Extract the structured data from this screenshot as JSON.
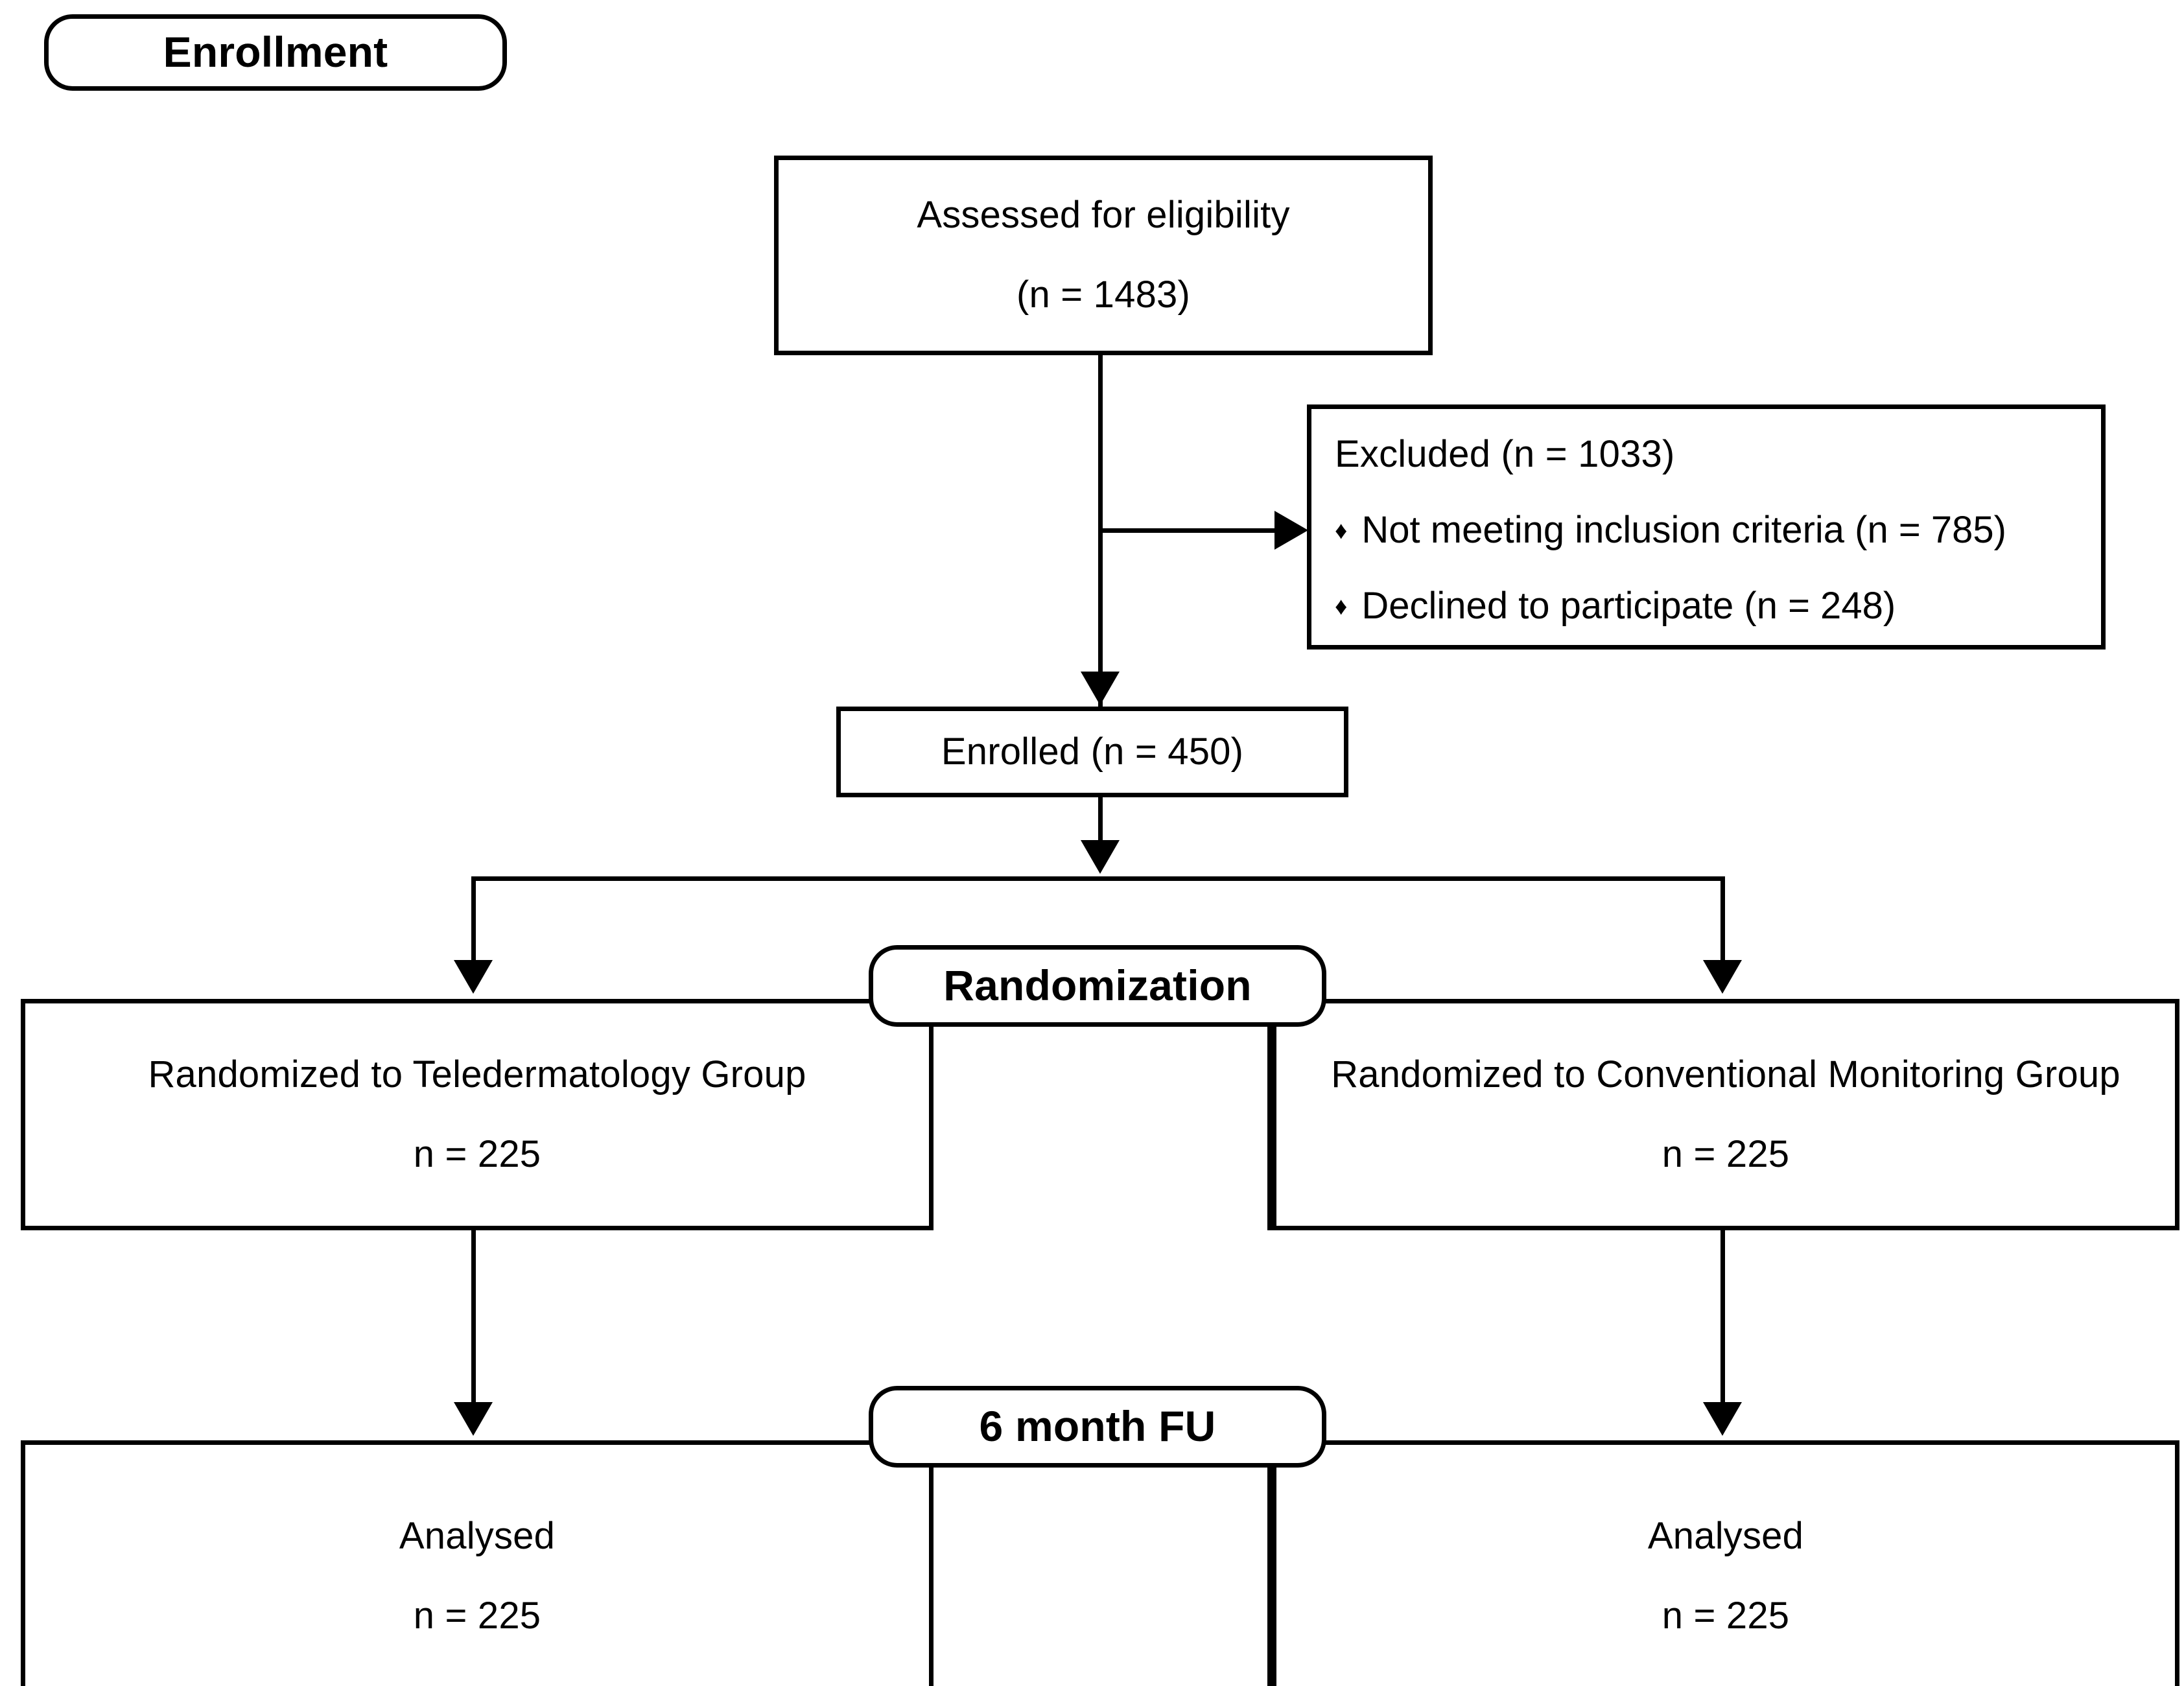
{
  "diagram": {
    "title": "CONSORT participant flow diagram",
    "type": "flowchart",
    "stroke_color": "#000000",
    "background_color": "#ffffff"
  },
  "stages": {
    "enrollment_label": "Enrollment",
    "randomization_label": "Randomization",
    "followup_label": "6 month FU"
  },
  "nodes": {
    "assessed": {
      "line1": "Assessed for eligibility",
      "line2": "(n = 1483)"
    },
    "excluded": {
      "heading": "Excluded (n = 1033)",
      "bullet_glyph": "♦",
      "bullets": [
        "Not meeting inclusion criteria (n = 785)",
        "Declined to participate (n = 248)"
      ]
    },
    "enrolled": {
      "line1": "Enrolled (n = 450)"
    },
    "group_left": {
      "line1": "Randomized to Teledermatology Group",
      "line2": "n = 225"
    },
    "group_right": {
      "line1": "Randomized to Conventional Monitoring Group",
      "line2": "n = 225"
    },
    "analysed_left": {
      "line1": "Analysed",
      "line2": "n = 225"
    },
    "analysed_right": {
      "line1": "Analysed",
      "line2": "n = 225"
    }
  },
  "chart_data": {
    "type": "flow",
    "title": "CONSORT participant flow diagram",
    "stages": [
      "Enrollment",
      "Randomization",
      "6 month FU"
    ],
    "steps": [
      {
        "id": "assessed",
        "label": "Assessed for eligibility",
        "n": 1483
      },
      {
        "id": "excluded",
        "label": "Excluded",
        "n": 1033,
        "reasons": [
          {
            "label": "Not meeting inclusion criteria",
            "n": 785
          },
          {
            "label": "Declined to participate",
            "n": 248
          }
        ]
      },
      {
        "id": "enrolled",
        "label": "Enrolled",
        "n": 450
      },
      {
        "id": "group_left",
        "label": "Randomized to Teledermatology Group",
        "n": 225
      },
      {
        "id": "group_right",
        "label": "Randomized to Conventional Monitoring Group",
        "n": 225
      },
      {
        "id": "analysed_left",
        "label": "Analysed",
        "n": 225,
        "arm": "Teledermatology"
      },
      {
        "id": "analysed_right",
        "label": "Analysed",
        "n": 225,
        "arm": "Conventional Monitoring"
      }
    ],
    "edges": [
      {
        "from": "assessed",
        "to": "excluded"
      },
      {
        "from": "assessed",
        "to": "enrolled"
      },
      {
        "from": "enrolled",
        "to": "group_left"
      },
      {
        "from": "enrolled",
        "to": "group_right"
      },
      {
        "from": "group_left",
        "to": "analysed_left"
      },
      {
        "from": "group_right",
        "to": "analysed_right"
      }
    ]
  }
}
